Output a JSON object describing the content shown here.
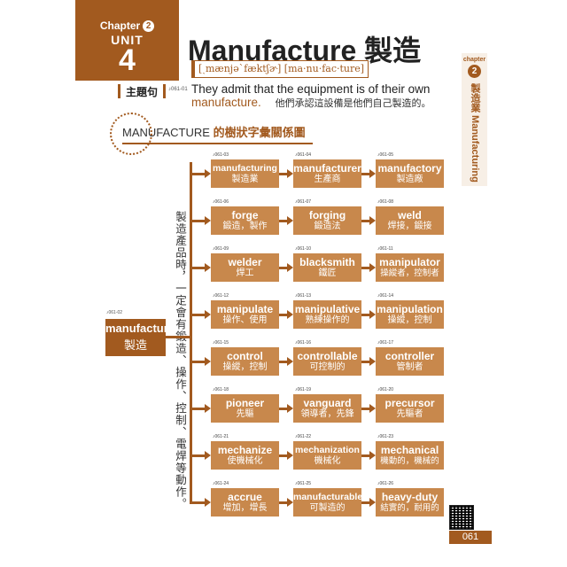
{
  "badge": {
    "chapter_label": "Chapter",
    "chapter_num": "2",
    "unit_label": "UNIT",
    "unit_num": "4"
  },
  "title": "Manufacture 製造",
  "phonetic": "[ˏmænjəˋfæktʃɚ] [ma·nu·fac·ture]",
  "side_tab": {
    "chapter_label": "chapter",
    "chapter_num": "2",
    "text": "製造業 Manufacturing"
  },
  "topic": {
    "label": "主題句",
    "code": "♪061-01",
    "sentence_en_pre": "They admit that the equipment is of their own",
    "sentence_en_kw": "manufacture.",
    "sentence_zh": "他們承認這設備是他們自己製造的。"
  },
  "diagram": {
    "title_en": "MANUFACTURE",
    "title_zh": "的樹狀字彙關係圖"
  },
  "root": {
    "code": "♪061-02",
    "en": "manufacture",
    "zh": "製造"
  },
  "vertical_text": "製造產品時，一定會有鍛造、操作、控制、電焊等動作。",
  "rows": [
    [
      {
        "code": "♪061-03",
        "en": "manufacturing",
        "zh": "製造業"
      },
      {
        "code": "♪061-04",
        "en": "manufacturer",
        "zh": "生產商"
      },
      {
        "code": "♪061-05",
        "en": "manufactory",
        "zh": "製造廠"
      }
    ],
    [
      {
        "code": "♪061-06",
        "en": "forge",
        "zh": "鍛造，製作"
      },
      {
        "code": "♪061-07",
        "en": "forging",
        "zh": "鍛造法"
      },
      {
        "code": "♪061-08",
        "en": "weld",
        "zh": "焊接，鍛接"
      }
    ],
    [
      {
        "code": "♪061-09",
        "en": "welder",
        "zh": "焊工"
      },
      {
        "code": "♪061-10",
        "en": "blacksmith",
        "zh": "鐵匠"
      },
      {
        "code": "♪061-11",
        "en": "manipulator",
        "zh": "操縱者，控制者"
      }
    ],
    [
      {
        "code": "♪061-12",
        "en": "manipulate",
        "zh": "操作、使用"
      },
      {
        "code": "♪061-13",
        "en": "manipulative",
        "zh": "熟練操作的"
      },
      {
        "code": "♪061-14",
        "en": "manipulation",
        "zh": "操縱，控制"
      }
    ],
    [
      {
        "code": "♪061-15",
        "en": "control",
        "zh": "操縱，控制"
      },
      {
        "code": "♪061-16",
        "en": "controllable",
        "zh": "可控制的"
      },
      {
        "code": "♪061-17",
        "en": "controller",
        "zh": "管制者"
      }
    ],
    [
      {
        "code": "♪061-18",
        "en": "pioneer",
        "zh": "先驅"
      },
      {
        "code": "♪061-19",
        "en": "vanguard",
        "zh": "領導者，先鋒"
      },
      {
        "code": "♪061-20",
        "en": "precursor",
        "zh": "先驅者"
      }
    ],
    [
      {
        "code": "♪061-21",
        "en": "mechanize",
        "zh": "使機械化"
      },
      {
        "code": "♪061-22",
        "en": "mechanization",
        "zh": "機械化"
      },
      {
        "code": "♪061-23",
        "en": "mechanical",
        "zh": "機動的，機械的"
      }
    ],
    [
      {
        "code": "♪061-24",
        "en": "accrue",
        "zh": "增加，增長"
      },
      {
        "code": "♪061-25",
        "en": "manufacturable",
        "zh": "可製造的"
      },
      {
        "code": "♪061-26",
        "en": "heavy-duty",
        "zh": "結實的，耐用的"
      }
    ]
  ],
  "page_number": "061"
}
